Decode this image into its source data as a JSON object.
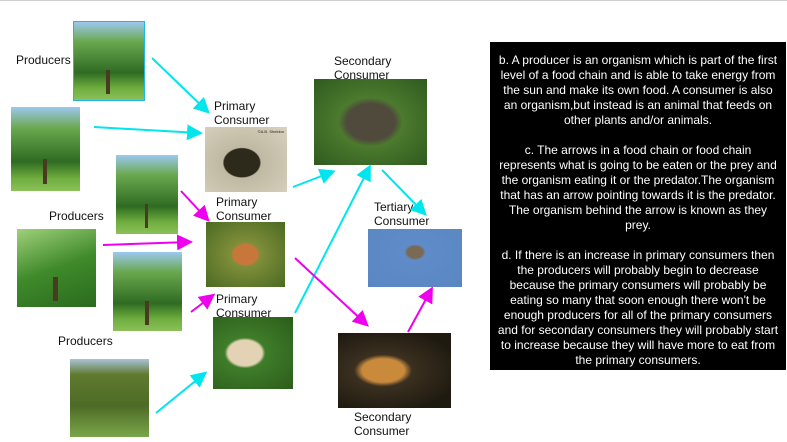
{
  "labels": {
    "producers_1": "Producers",
    "producers_2": "Producers",
    "producers_3": "Producers",
    "primary_consumer_turtle": "Primary Consumer",
    "primary_consumer_deer": "Primary Consumer",
    "primary_consumer_rabbit": "Primary Consumer",
    "secondary_consumer_snake": "Secondary Consumer",
    "tertiary_consumer_hawk": "Tertiary Consumer",
    "secondary_consumer_fox": "Secondary Consumer"
  },
  "images": {
    "turtle_watermark": "©A.B. Sheldon"
  },
  "colors": {
    "arrow_cyan": "#00e5ee",
    "arrow_magenta": "#ee00ee",
    "textbox_bg": "#000000"
  },
  "explanation": {
    "b": "b. A producer is an organism which is part of the first level of a food chain and is able to take energy from the sun and make its own food. A consumer is also an organism,but instead is an animal that feeds on other plants and/or animals.",
    "c": "c. The arrows in a food chain or food chain represents what is going to be eaten or the prey and the organism eating it or the predator.The organism that has an arrow pointing towards it is the predator. The organism behind the arrow is known as they prey.",
    "d": "d. If there is an increase in primary consumers then the producers will probably begin to decrease because the primary consumers will probably be eating so many that soon enough there won't be enough producers for all of the primary consumers and for secondary consumers they will probably start to increase because they will have more to eat from the primary consumers."
  }
}
